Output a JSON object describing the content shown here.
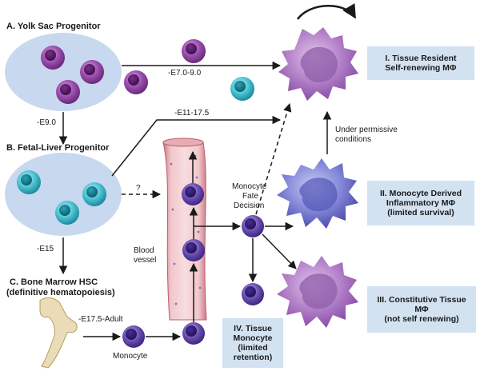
{
  "sections": {
    "a_title": "A. Yolk Sac Progenitor",
    "b_title": "B. Fetal-Liver Progenitor",
    "c_title_line1": "C. Bone Marrow HSC",
    "c_title_line2": "(definitive hematopoiesis)"
  },
  "timepoints": {
    "e9": "-E9.0",
    "e7_9": "-E7.0-9.0",
    "e11_17": "-E11-17.5",
    "e15": "-E15",
    "e17_adult": "-E17.5-Adult"
  },
  "labels": {
    "question": "?",
    "blood_vessel_line1": "Blood",
    "blood_vessel_line2": "vessel",
    "monocyte": "Monocyte",
    "fate_line1": "Monocyte",
    "fate_line2": "Fate",
    "fate_line3": "Decision",
    "permissive_line1": "Under permissive",
    "permissive_line2": "conditions"
  },
  "boxes": {
    "i_line1": "I. Tissue Resident",
    "i_line2": "Self-renewing MΦ",
    "ii_line1": "II. Monocyte Derived",
    "ii_line2": "Inflammatory MΦ",
    "ii_line3": "(limited survival)",
    "iii_line1": "III. Constitutive Tissue",
    "iii_line2": "MΦ",
    "iii_line3": "(not self renewing)",
    "iv_line1": "IV. Tissue",
    "iv_line2": "Monocyte",
    "iv_line3": "(limited",
    "iv_line4": "retention)"
  },
  "colors": {
    "progenitor_oval": "#c8d8ee",
    "yolk_cell": "#8a3f9a",
    "liver_cell": "#3fb8c9",
    "monocyte_cell": "#5b3fa0",
    "resident_macrophage": "#a86fbf",
    "inflammatory_macrophage": "#6f72c9",
    "label_box": "#d3e2f1",
    "vessel": "#e7a8b0"
  }
}
